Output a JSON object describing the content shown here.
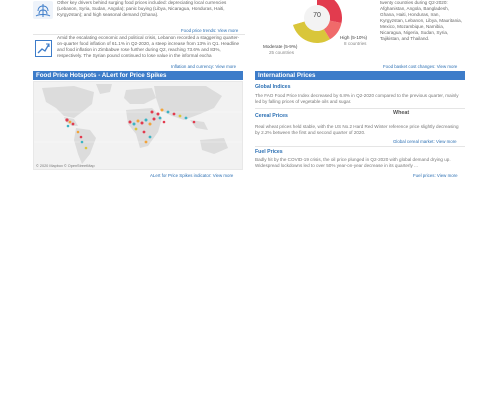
{
  "top_left": {
    "text1": "Other key drivers behind surging food prices included: depreciating local currencies (Lebanon, Syria, Sudan, Angola); panic buying (Libya, Nicaragua, Honduras, Haiti, Kyrgyzstan); and high seasonal demand (Ghana).",
    "link1": "Food price trends: View more",
    "text2": "Amid the escalating economic and political crisis, Lebanon recorded a staggering quarter-on-quarter food inflation of 61.1% in Q2-2020, a steep increase from 13% in Q1. Headline and food inflation in Zimbabwe rose further during Q2, reaching 73.6% and 83%, respectively. The Syrian pound continued to lose value in the informal excha",
    "link2": "Inflation and currency: View more"
  },
  "donut": {
    "center_value": "70",
    "moderate_label": "Moderate (5-9%)",
    "moderate_count": "25 countries",
    "high_label": "High (5-10%)",
    "high_count": "8 countries",
    "colors": [
      "#f06a6a",
      "#f2a33a",
      "#d9c63a",
      "#e23b4e"
    ]
  },
  "top_right": {
    "text": "twenty countries during Q2-2020: Afghanistan, Angola, Bangladesh, Ghana, Haiti, Honduras, Iran, Kyrgyzstan, Lebanon, Libya, Mauritania, Mexico, Mozambique, Namibia, Nicaragua, Nigeria, Sudan, Syria, Tajikistan, and Thailand.",
    "link": "Food basket cost changes: View more"
  },
  "hotspots": {
    "title": "Food Price Hotspots - ALert for Price Spikes",
    "attribution": "© 2020 Mapbox © OpenStreetMap",
    "link": "ALert for Price Spikes indicator: View more"
  },
  "intl": {
    "title": "International Prices",
    "global_title": "Global Indices",
    "global_text": "The FAO Food Price Index decreased by 6.8% in Q2-2020 compared to the previous quarter, mainly led by falling prices of vegetable oils and sugar.",
    "cereal_title": "Cereal Prices",
    "wheat_label": "Wheat",
    "cereal_text": "Real wheat prices held stable, with the US No.2 Hard Red Winter reference price slightly decreasing by 2.2% between the first and second quarter of 2020.",
    "cereal_link": "Global cereal market: View more",
    "fuel_title": "Fuel Prices",
    "fuel_text": "Badly hit by the COVID-19 crisis, the oil price plunged in Q2-2020 with global demand drying up. Widespread lockdowns led to over 50% year-on-year decrease in its quarterly ...",
    "fuel_link": "Fuel prices: View more"
  }
}
